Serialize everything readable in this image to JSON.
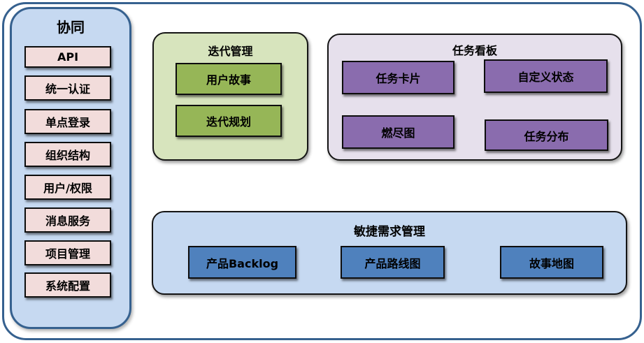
{
  "diagram": {
    "sidebar": {
      "title": "协同",
      "items": [
        "API",
        "统一认证",
        "单点登录",
        "组织结构",
        "用户/权限",
        "消息服务",
        "项目管理",
        "系统配置"
      ]
    },
    "sections": [
      {
        "title": "迭代管理",
        "items": [
          "用户故事",
          "迭代规划"
        ]
      },
      {
        "title": "任务看板",
        "items": [
          "任务卡片",
          "自定义状态",
          "燃尽图",
          "任务分布"
        ]
      },
      {
        "title": "敏捷需求管理",
        "items": [
          "产品Backlog",
          "产品路线图",
          "故事地图"
        ]
      }
    ],
    "colors": {
      "frame_border": "#36618f",
      "sidebar_bg": "#c6d9f1",
      "sidebar_item_bg": "#f2dcdb",
      "iteration_bg": "#d7e4bd",
      "iteration_item_bg": "#96b657",
      "kanban_bg": "#e6e0ec",
      "kanban_item_bg": "#8a6cae",
      "agile_bg": "#c6d9f1",
      "agile_item_bg": "#4f81bd",
      "item_border": "#0d0d0d",
      "text": "#000000"
    }
  }
}
